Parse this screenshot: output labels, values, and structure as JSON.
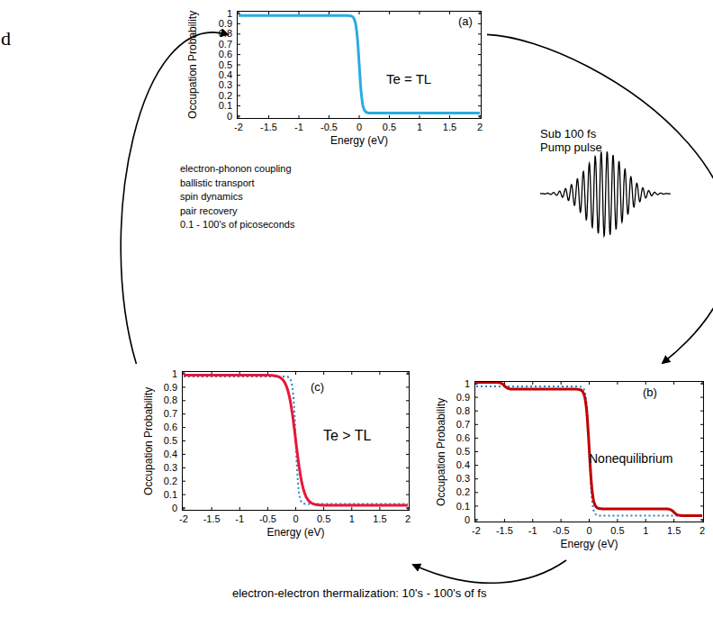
{
  "diagram": {
    "nodes": [
      {
        "text": [
          "(a)",
          "Te = TL"
        ]
      },
      {
        "text": [
          "(b)",
          "Nonequilibrium"
        ]
      },
      {
        "text": [
          "(c)",
          "Te > TL"
        ]
      }
    ],
    "edges": [
      {
        "from": 0,
        "to": 1,
        "arrow": "to",
        "label": "Sub 100 fs Pump pulse"
      },
      {
        "from": 1,
        "to": 2,
        "arrow": "to",
        "label": "electron-electron thermalization: 10's - 100's of fs"
      },
      {
        "from": 2,
        "to": 0,
        "arrow": "to"
      }
    ],
    "labels": [
      "d",
      "Occupation Probability",
      "1",
      "0.9",
      "0.8",
      "0.7",
      "0.6",
      "0.5",
      "0.4",
      "0.3",
      "0.2",
      "0.1",
      "0",
      "-2",
      "-1.5",
      "-1",
      "-0.5",
      "0",
      "0.5",
      "1",
      "1.5",
      "2",
      "Energy (eV)",
      "Occupation Probability",
      "1",
      "0.9",
      "0.8",
      "0.7",
      "0.6",
      "0.5",
      "0.4",
      "0.3",
      "0.2",
      "0.1",
      "0",
      "-2",
      "-1.5",
      "-1",
      "-0.5",
      "0",
      "0.5",
      "1",
      "1.5",
      "2",
      "Energy (eV)",
      "Occupation Probability",
      "1",
      "0.9",
      "0.8",
      "0.7",
      "0.6",
      "0.5",
      "0.4",
      "0.3",
      "0.2",
      "0.1",
      "0",
      "-2",
      "-1.5",
      "-1",
      "-0.5",
      "0",
      "0.5",
      "1",
      "1.5",
      "2",
      "Energy (eV)",
      "electron-phonon coupling",
      "ballistic transport",
      "spin dynamics",
      "pair recovery",
      "0.1 - 100's of picoseconds"
    ]
  }
}
